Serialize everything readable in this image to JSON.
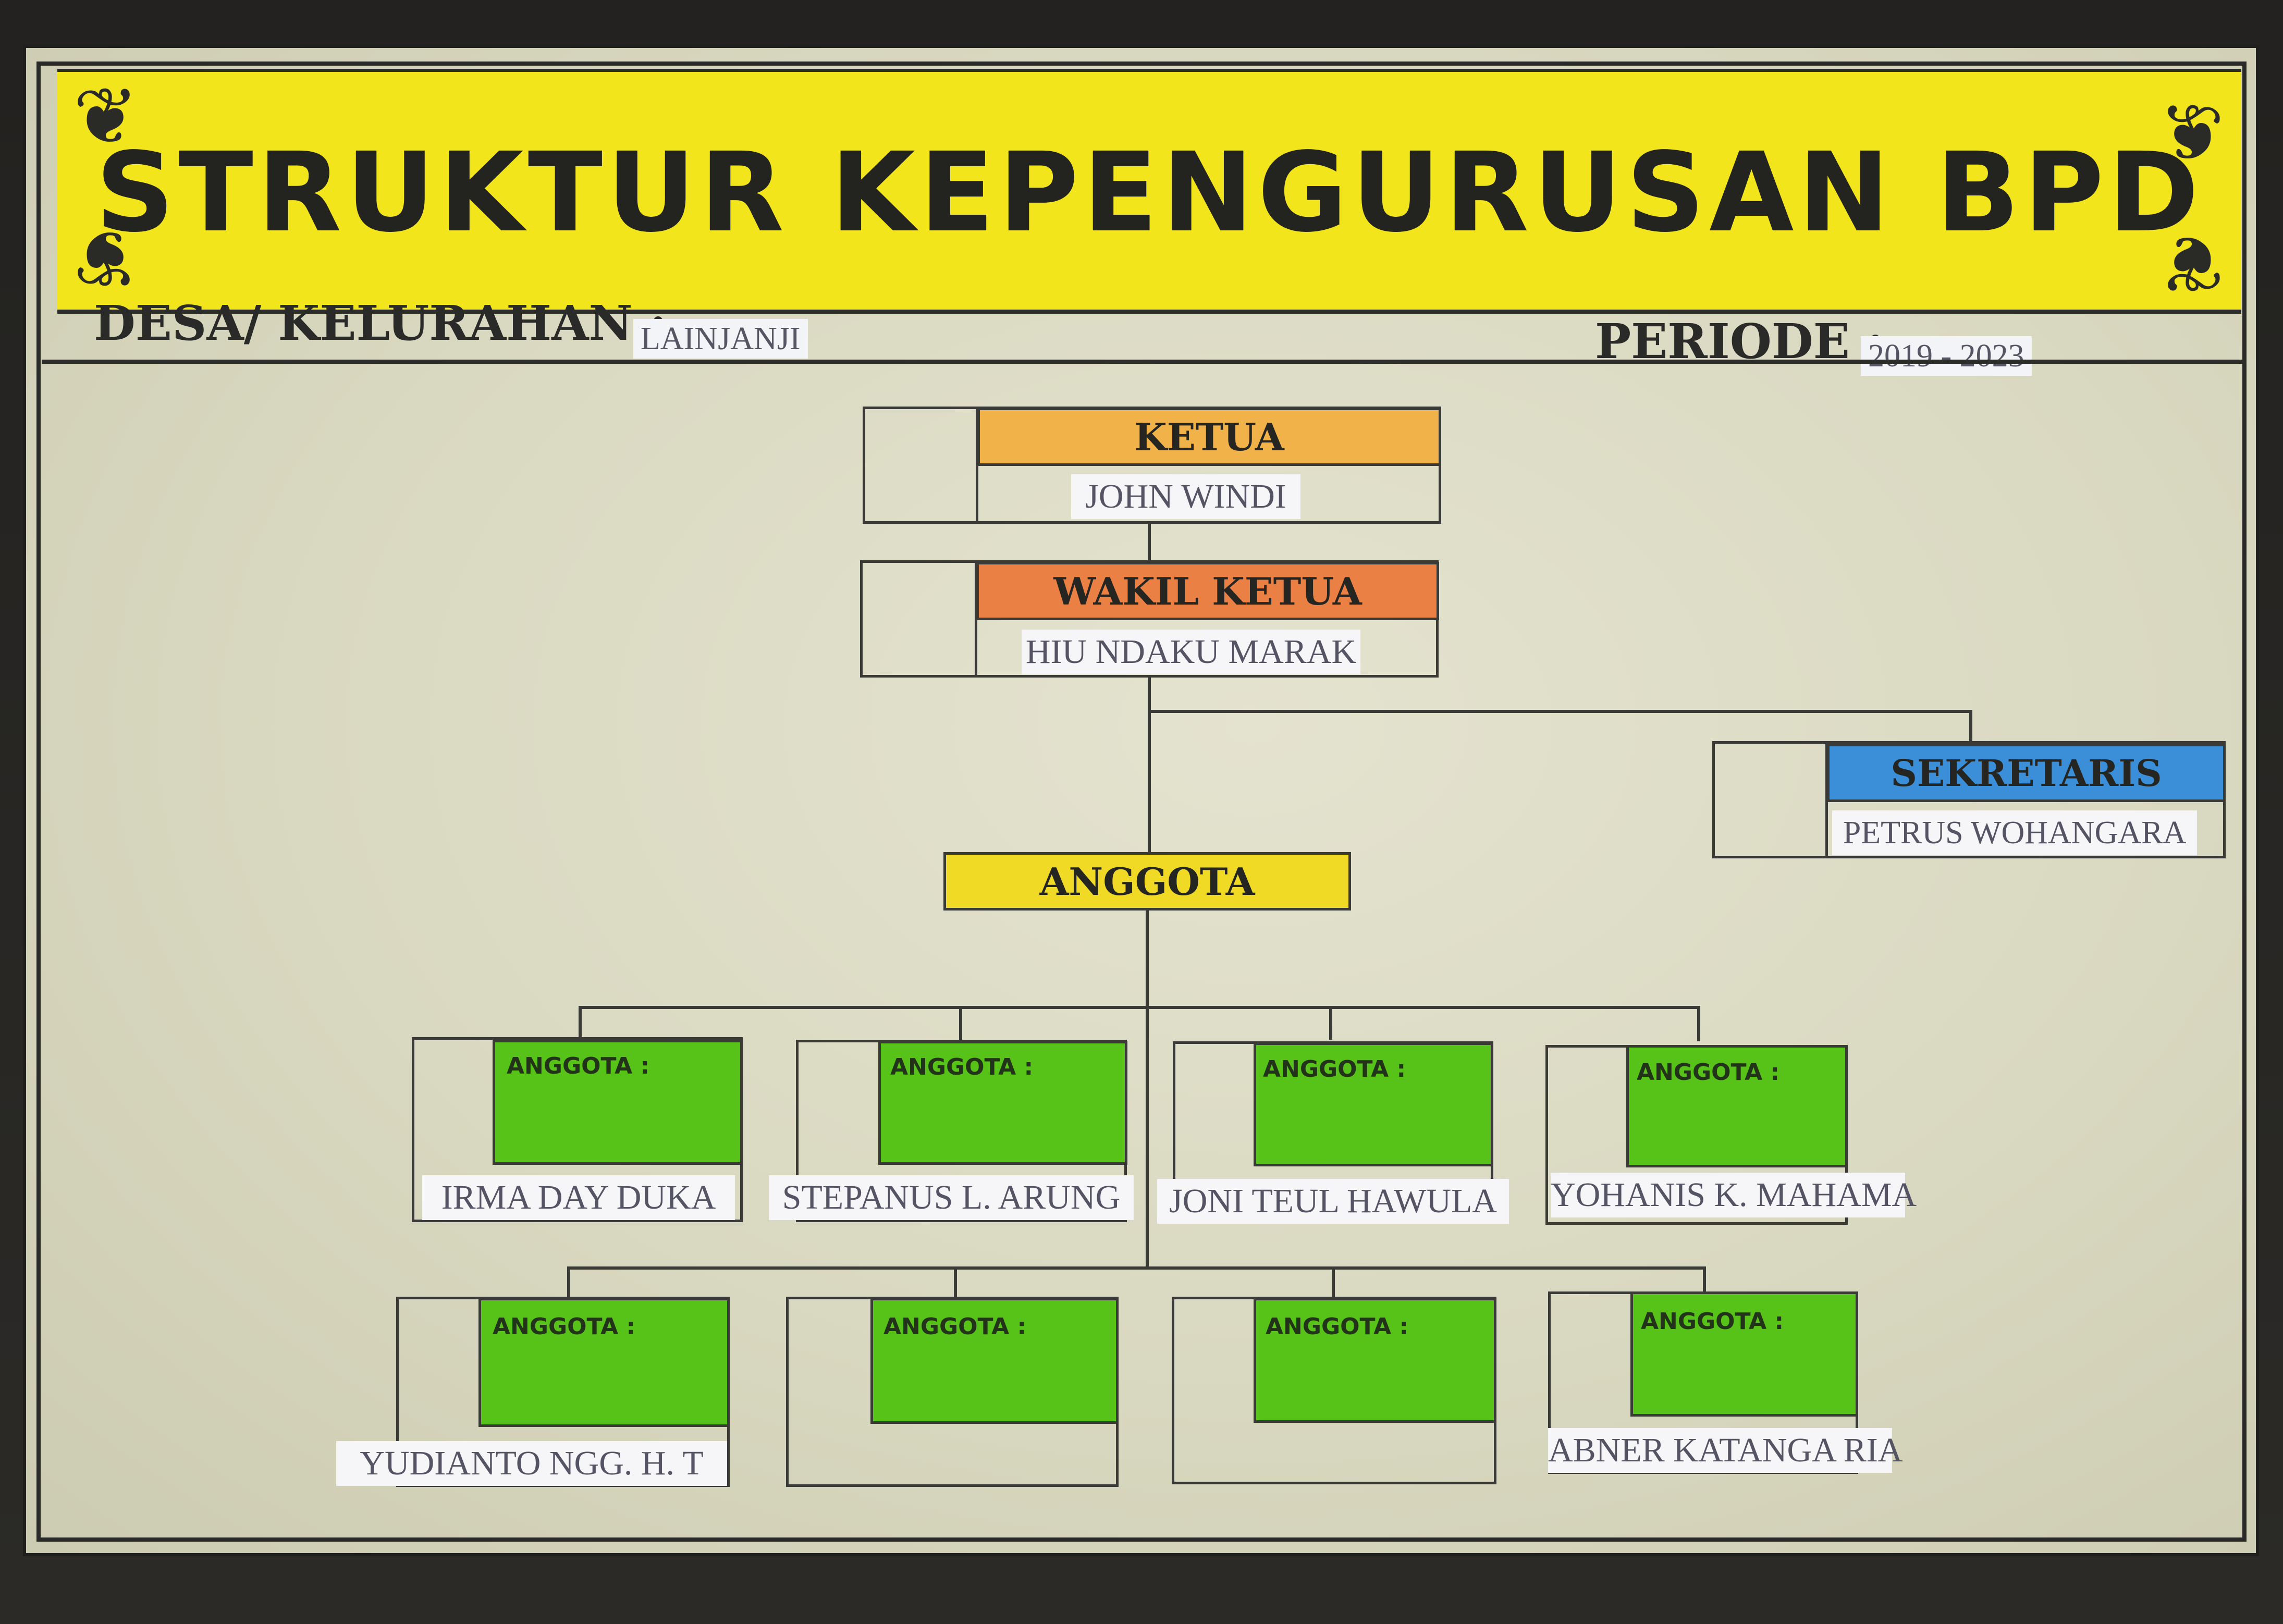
{
  "header": {
    "title": "STRUKTUR KEPENGURUSAN BPD"
  },
  "info": {
    "desa_label": "DESA/ KELURAHAN :",
    "desa_value": "LAINJANJI",
    "periode_label": "PERIODE :",
    "periode_value": "2019 - 2023"
  },
  "ketua": {
    "role": "KETUA",
    "name": "JOHN WINDI",
    "color": "#f2b24a"
  },
  "wakil": {
    "role": "WAKIL KETUA",
    "name": "HIU NDAKU MARAK",
    "color": "#ea8044"
  },
  "sekretaris": {
    "role": "SEKRETARIS",
    "name": "PETRUS WOHANGARA",
    "color": "#3a8fd8"
  },
  "anggota_header": {
    "role": "ANGGOTA",
    "color": "#f1da25"
  },
  "members": [
    {
      "label": "ANGGOTA :",
      "name": "IRMA DAY DUKA"
    },
    {
      "label": "ANGGOTA :",
      "name": "STEPANUS L. ARUNG"
    },
    {
      "label": "ANGGOTA :",
      "name": "JONI TEUL HAWULA"
    },
    {
      "label": "ANGGOTA :",
      "name": "YOHANIS K. MAHAMA"
    },
    {
      "label": "ANGGOTA :",
      "name": "YUDIANTO NGG. H. T"
    },
    {
      "label": "ANGGOTA :",
      "name": ""
    },
    {
      "label": "ANGGOTA :",
      "name": ""
    },
    {
      "label": "ANGGOTA :",
      "name": "ABNER KATANGA RIA"
    }
  ],
  "colors": {
    "banner": "#f3e51b",
    "member_box": "#57c218",
    "board": "#dcdbc4"
  }
}
